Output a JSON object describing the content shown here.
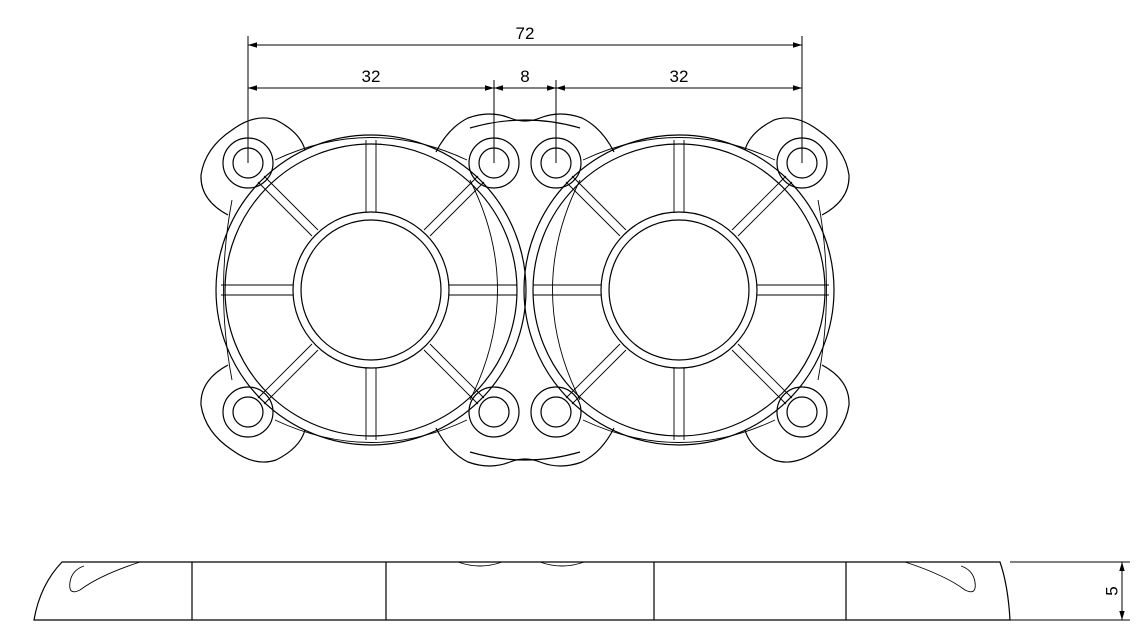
{
  "drawing": {
    "colors": {
      "line": "#000000",
      "background": "#ffffff"
    },
    "dimensions": {
      "overall": "72",
      "left_span": "32",
      "center_gap": "8",
      "right_span": "32",
      "thickness": "5"
    }
  }
}
